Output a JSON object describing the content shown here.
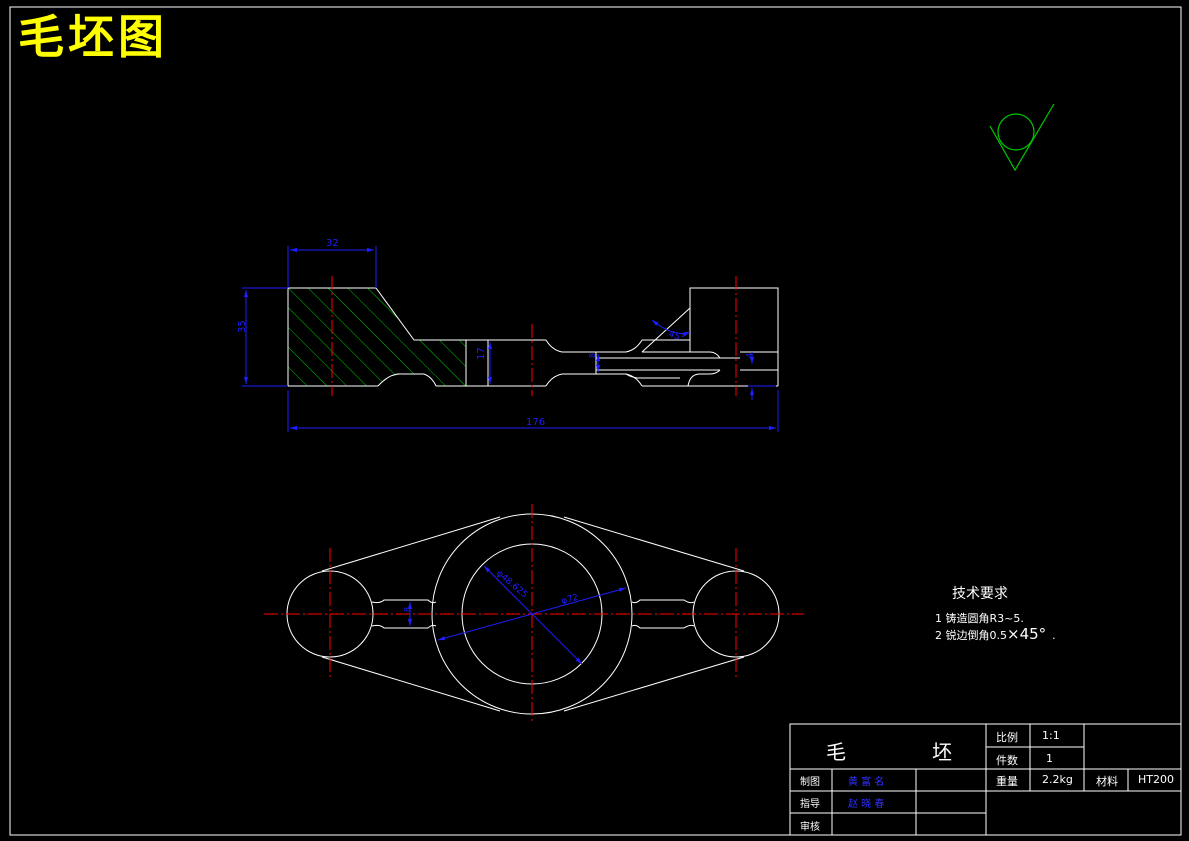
{
  "drawing_title": "毛坯图",
  "dimensions": {
    "top_width": "32",
    "left_height": "35",
    "web_height": "17",
    "slot_height": "8",
    "right_step": "4",
    "angle": "45°",
    "overall_length": "176",
    "web_slot": "8",
    "inner_dia": "φ48.625",
    "outer_dia": "φ72"
  },
  "tech_requirements": {
    "title": "技术要求",
    "items": [
      "1 铸造圆角R3~5.",
      "2 锐边倒角0.5"
    ],
    "chamfer_suffix": "×45°",
    "end_mark": "."
  },
  "title_block": {
    "part_name_1": "毛",
    "part_name_2": "坯",
    "scale_label": "比例",
    "scale_value": "1:1",
    "count_label": "件数",
    "count_value": "1",
    "weight_label": "重量",
    "weight_value": "2.2kg",
    "material_label": "材料",
    "material_value": "HT200",
    "drawn_label": "制图",
    "drawn_name": "黄 富 名",
    "guide_label": "指导",
    "guide_name": "赵 晓 春",
    "review_label": "审核"
  },
  "colors": {
    "title": "#ffff00",
    "outline": "#ffffff",
    "dimension": "#1e1eff",
    "centerline": "#ff0000",
    "hatch": "#00c800",
    "symbol": "#00c800"
  }
}
